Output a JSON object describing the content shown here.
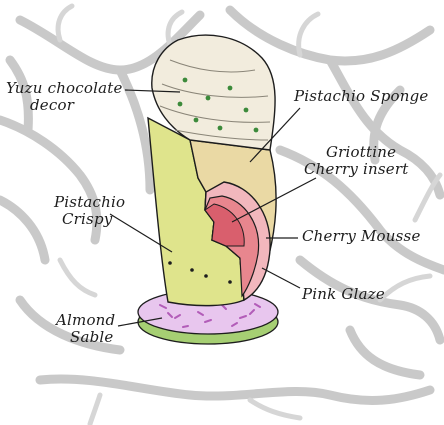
{
  "labels": {
    "yuzu_line1": "Yuzu chocolate",
    "yuzu_line2": "decor",
    "pistachio_sponge": "Pistachio Sponge",
    "griottine_line1": "Griottine",
    "griottine_line2": "Cherry insert",
    "pistachio_crispy_line1": "Pistachio",
    "pistachio_crispy_line2": "Crispy",
    "cherry_mousse": "Cherry Mousse",
    "pink_glaze": "Pink Glaze",
    "almond_sable_line1": "Almond",
    "almond_sable_line2": "Sable"
  },
  "colors": {
    "branches": "#c9c9c9",
    "decor": "#f2ecdd",
    "sponge": "#ead9a4",
    "crispy": "#dfe48c",
    "cherry": "#e8868e",
    "glaze": "#f2b7bd",
    "sable_top": "#e8c6ee",
    "sable_rim": "#a6cf73",
    "ink": "#1d1d1d"
  }
}
